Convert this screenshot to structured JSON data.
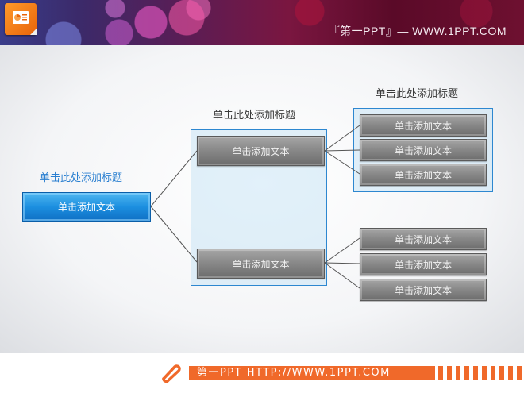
{
  "header": {
    "logo_icon": "powerpoint-icon",
    "title": "『第一PPT』—  WWW.1PPT.COM"
  },
  "diagram": {
    "root": {
      "heading": "单击此处添加标题",
      "label": "单击添加文本",
      "color": "#1c8fe0"
    },
    "level1": {
      "heading": "单击此处添加标题",
      "nodes": [
        {
          "label": "单击添加文本"
        },
        {
          "label": "单击添加文本"
        }
      ]
    },
    "level2_top": {
      "heading": "单击此处添加标题",
      "nodes": [
        {
          "label": "单击添加文本"
        },
        {
          "label": "单击添加文本"
        },
        {
          "label": "单击添加文本"
        }
      ]
    },
    "level2_bottom": {
      "nodes": [
        {
          "label": "单击添加文本"
        },
        {
          "label": "单击添加文本"
        },
        {
          "label": "单击添加文本"
        }
      ]
    },
    "colors": {
      "group_border": "#2d87d0",
      "node_gray": "#8a8a8a",
      "link": "#555555"
    }
  },
  "footer": {
    "icon": "pencil-icon",
    "text": "第一PPT HTTP://WWW.1PPT.COM",
    "accent": "#f0692a"
  }
}
